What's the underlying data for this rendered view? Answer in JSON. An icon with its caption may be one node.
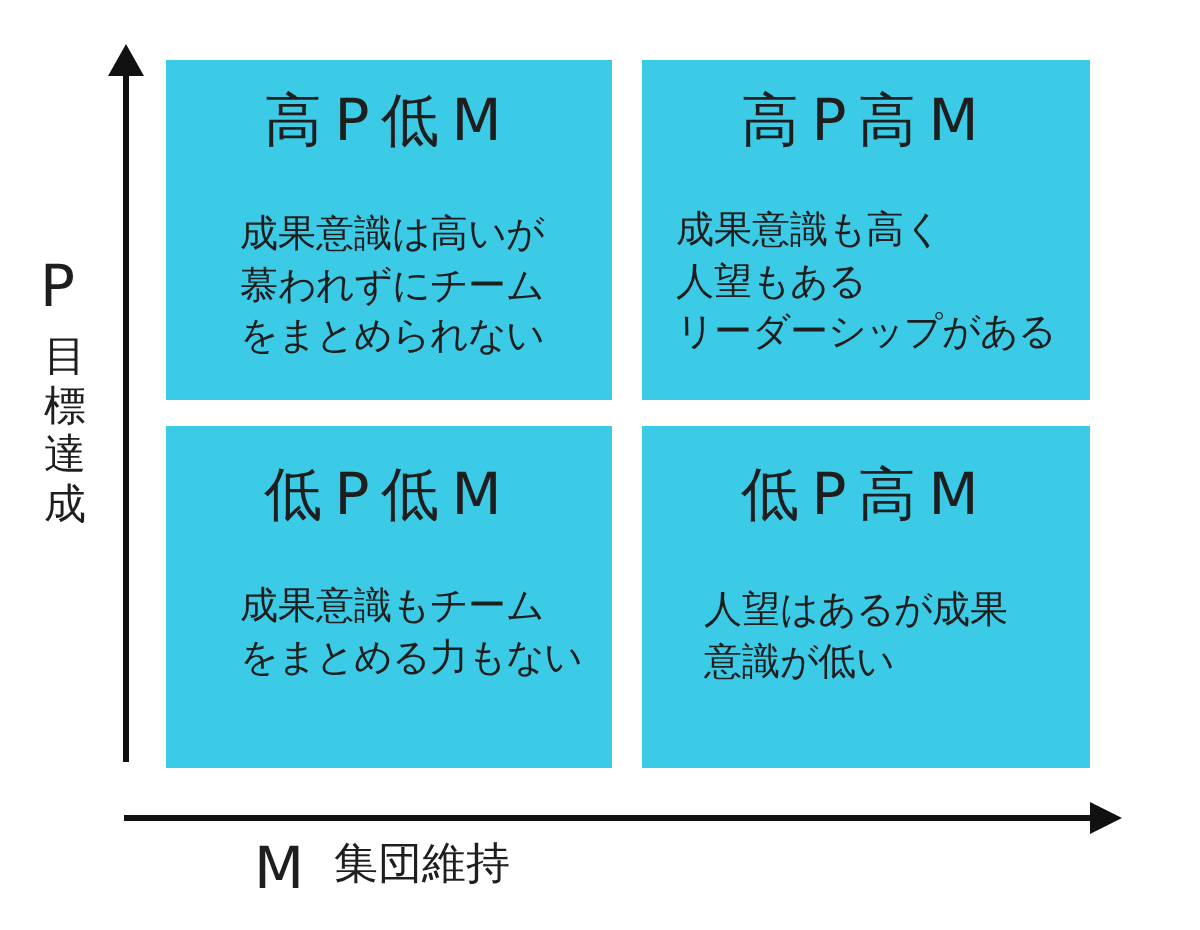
{
  "diagram": {
    "nodes": [
      {
        "text": [
          "高P低M",
          "成果意識は高いが慕われずにチームをまとめられない"
        ]
      },
      {
        "text": [
          "高P高M",
          "成果意識も高く人望もあるリーダーシップがある"
        ]
      },
      {
        "text": [
          "低P低M",
          "成果意識もチームをまとめる力もない"
        ]
      },
      {
        "text": [
          "低P高M",
          "人望はあるが成果意識が低い"
        ]
      }
    ],
    "labels": [
      "P",
      "目標達成",
      "M",
      "集団維持"
    ]
  }
}
